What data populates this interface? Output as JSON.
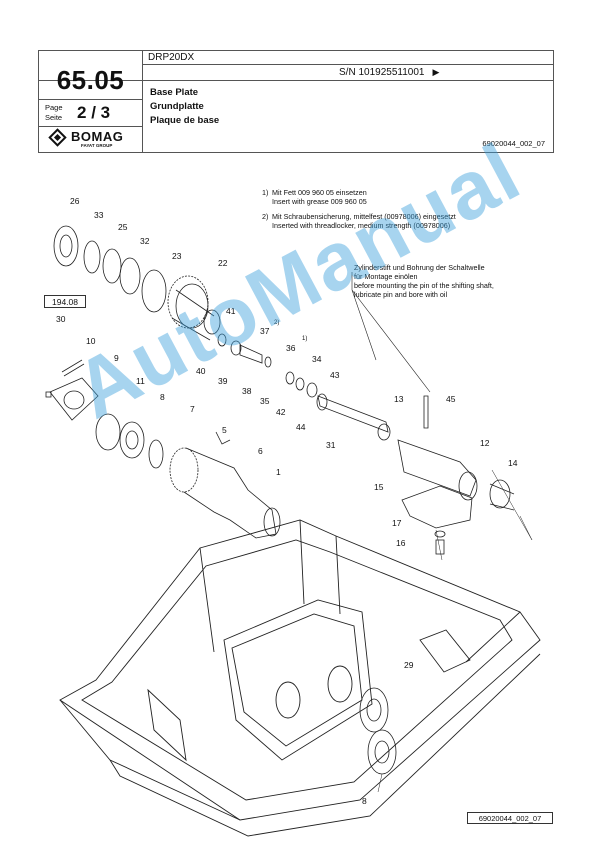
{
  "header": {
    "model": "DRP20DX",
    "section": "65.05",
    "serial": "S/N 101925511001",
    "serial_arrow": "▶",
    "page_label": "Page",
    "seite_label": "Seite",
    "page_current": "2",
    "page_sep": "/",
    "page_total": "3",
    "brand": "BOMAG",
    "brand_sub": "FAYAT GROUP",
    "title_en": "Base Plate",
    "title_de": "Grundplatte",
    "title_fr": "Plaque de base",
    "drawing_ref": "69020044_002_07"
  },
  "notes": {
    "n1_num": "1)",
    "n1_de": "Mit Fett  009 960 05 einsetzen",
    "n1_en": "Insert  with grease  009 960 05",
    "n2_num": "2)",
    "n2_de": "Mit Schraubensicherung, mittelfest (00978006) eingesetzt",
    "n2_en": "Inserted with threadlocker, medium strength (00978006)",
    "pin_de1": "Zylinderstift und Bohrung der Schaltwelle",
    "pin_de2": "für Montage einölen",
    "pin_en1": "before mounting the pin of the shifting shaft,",
    "pin_en2": "lubricate pin and bore with oil"
  },
  "ref_box": "194.08",
  "footer_ref": "69020044_002_07",
  "watermark": "AutoManual",
  "part_labels": {
    "p26": "26",
    "p33": "33",
    "p25": "25",
    "p32": "32",
    "p23": "23",
    "p22": "22",
    "p30": "30",
    "p10": "10",
    "p9": "9",
    "p11": "11",
    "p8a": "8",
    "p7": "7",
    "p41": "41",
    "p37": "37",
    "p37sup": "2)",
    "p36": "36",
    "p36sup": "1)",
    "p34": "34",
    "p40": "40",
    "p39": "39",
    "p38": "38",
    "p35": "35",
    "p42": "42",
    "p43": "43",
    "p44": "44",
    "p5": "5",
    "p6": "6",
    "p1": "1",
    "p31": "31",
    "p13": "13",
    "p45": "45",
    "p12": "12",
    "p14": "14",
    "p15": "15",
    "p17": "17",
    "p16": "16",
    "p29": "29",
    "p8b": "8"
  }
}
